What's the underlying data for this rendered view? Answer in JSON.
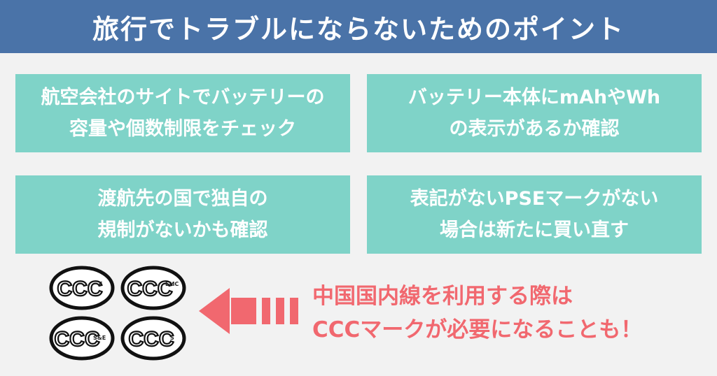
{
  "header": {
    "title": "旅行でトラブルにならないためのポイント"
  },
  "cards": [
    {
      "line1": "航空会社のサイトでバッテリーの",
      "line2": "容量や個数制限をチェック"
    },
    {
      "line1": "バッテリー本体にmAhやWh",
      "line2": "の表示があるか確認"
    },
    {
      "line1": "渡航先の国で独自の",
      "line2": "規制がないかも確認"
    },
    {
      "line1": "表記がないPSEマークがない",
      "line2": "場合は新たに買い直す"
    }
  ],
  "ccc_marks": [
    {
      "text": "CCC",
      "suffix": "F"
    },
    {
      "text": "CCC",
      "suffix": "EMC"
    },
    {
      "text": "CCC",
      "suffix": "S&E"
    },
    {
      "text": "CCC",
      "suffix": "S"
    }
  ],
  "notice": {
    "line1": "中国国内線を利用する際は",
    "line2": "CCCマークが必要になることも！"
  },
  "colors": {
    "header_bg": "#4a73a8",
    "card_bg": "#7fd3c8",
    "accent": "#f1686f",
    "background": "#f2f2f2"
  }
}
